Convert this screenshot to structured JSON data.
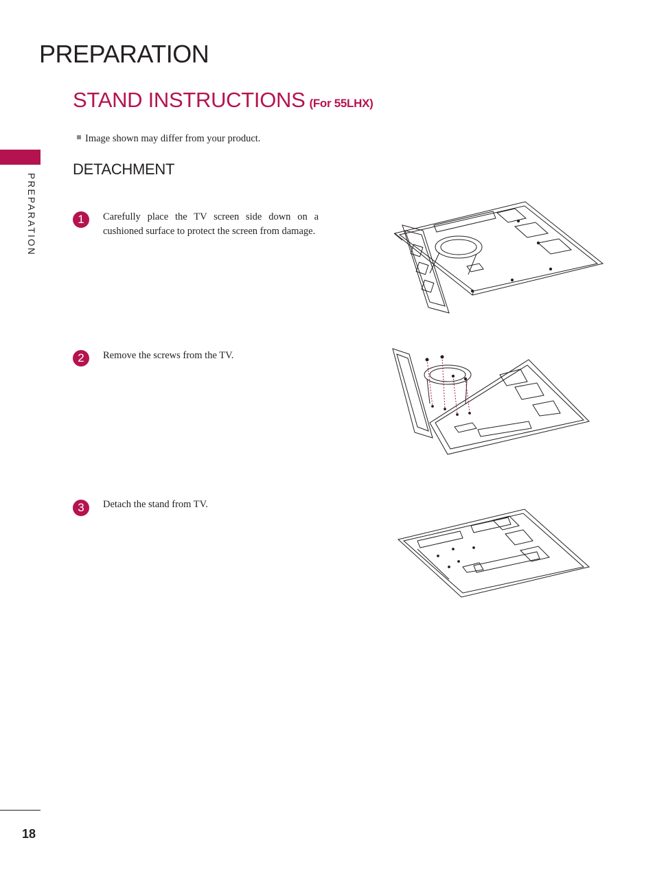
{
  "page_heading": "PREPARATION",
  "section_title": "STAND INSTRUCTIONS",
  "section_title_suffix": "(For 55LHX)",
  "note": "Image shown may differ from your product.",
  "subsection_title": "DETACHMENT",
  "side_label": "PREPARATION",
  "page_number": "18",
  "accent_color": "#b5134f",
  "steps": [
    {
      "number": "1",
      "text": "Carefully place the TV screen side down on a cushioned surface to protect the screen from damage."
    },
    {
      "number": "2",
      "text": "Remove the screws from the TV."
    },
    {
      "number": "3",
      "text": "Detach the stand from TV."
    }
  ]
}
